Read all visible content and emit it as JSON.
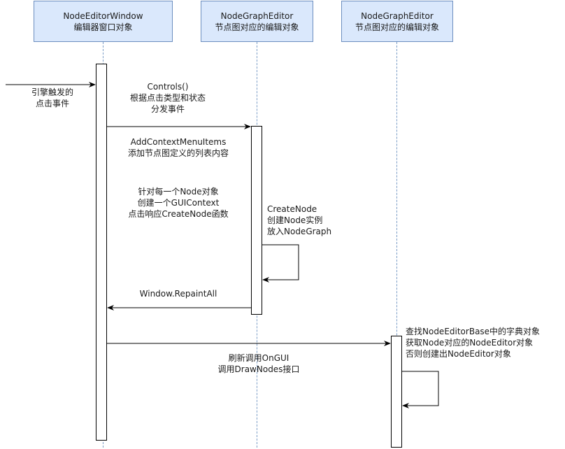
{
  "participants": [
    {
      "name": "NodeEditorWindow",
      "desc": "编辑器窗口对象"
    },
    {
      "name": "NodeGraphEditor",
      "desc": "节点图对应的编辑对象"
    },
    {
      "name": "NodeGraphEditor",
      "desc": "节点图对应的编辑对象"
    }
  ],
  "messages": {
    "engine_event": [
      "引擎触发的",
      "点击事件"
    ],
    "controls": [
      "Controls()",
      "根据点击类型和状态",
      "分发事件"
    ],
    "add_context": [
      "AddContextMenuItems",
      "添加节点图定义的列表内容"
    ],
    "for_each": [
      "针对每一个Node对象",
      "创建一个GUIContext",
      "点击响应CreateNode函数"
    ],
    "create_node": [
      "CreateNode",
      "创建Node实例",
      "放入NodeGraph"
    ],
    "repaint": [
      "Window.RepaintAll"
    ],
    "lookup": [
      "查找NodeEditorBase中的字典对象",
      "获取Node对应的NodeEditor对象",
      "否则创建出NodeEditor对象"
    ],
    "refresh": [
      "刷新调用OnGUI",
      "调用DrawNodes接口"
    ]
  },
  "colors": {
    "participant_fill": "#dae8fc",
    "participant_border": "#6c8ebf",
    "lifeline": "#7a9cc6",
    "arrow": "#000000"
  }
}
